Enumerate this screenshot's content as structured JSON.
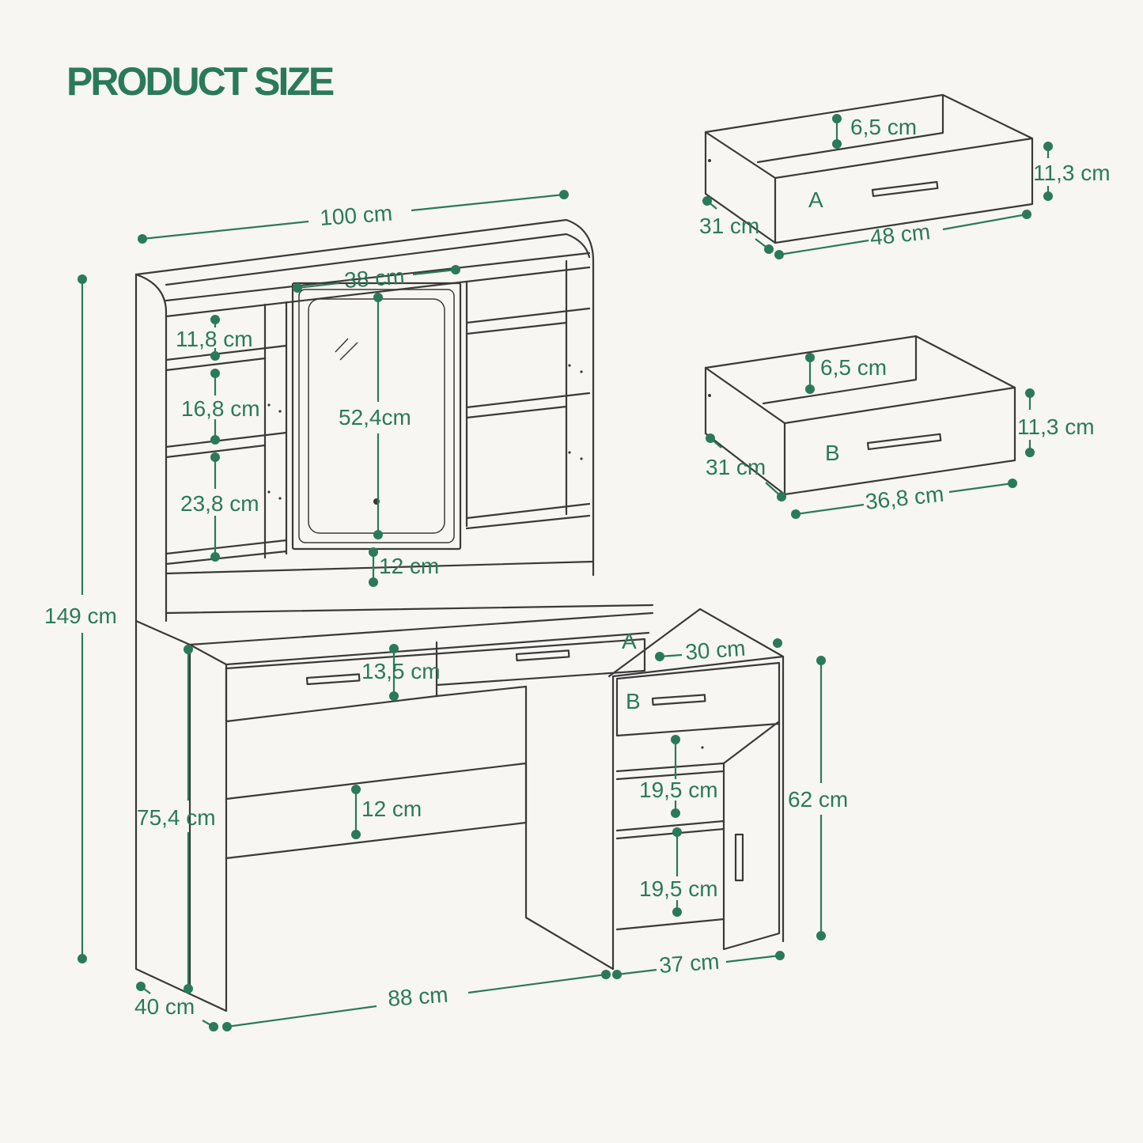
{
  "title": "PRODUCT SIZE",
  "colors": {
    "accent": "#2a7a5a",
    "line": "#3a3a3a",
    "background": "#f7f6f2"
  },
  "dimensions": {
    "total_width": "100 cm",
    "total_height": "149 cm",
    "mirror_width": "38 cm",
    "mirror_height": "52,4cm",
    "shelf_1": "11,8 cm",
    "shelf_2": "16,8 cm",
    "shelf_3": "23,8 cm",
    "hutch_gap": "12 cm",
    "drawer_front": "13,5 cm",
    "knee_panel": "12 cm",
    "desk_height": "75,4 cm",
    "cabinet_depth_top": "30 cm",
    "cabinet_height": "62 cm",
    "cabinet_shelf_1": "19,5 cm",
    "cabinet_shelf_2": "19,5 cm",
    "cabinet_width": "37 cm",
    "desk_width": "88 cm",
    "desk_depth": "40 cm"
  },
  "labels": {
    "drawer_a": "A",
    "drawer_b": "B"
  },
  "drawer_a": {
    "label": "A",
    "inner_depth": "6,5 cm",
    "height": "11,3 cm",
    "depth": "31 cm",
    "width": "48 cm"
  },
  "drawer_b": {
    "label": "B",
    "inner_depth": "6,5 cm",
    "height": "11,3 cm",
    "depth": "31 cm",
    "width": "36,8 cm"
  }
}
